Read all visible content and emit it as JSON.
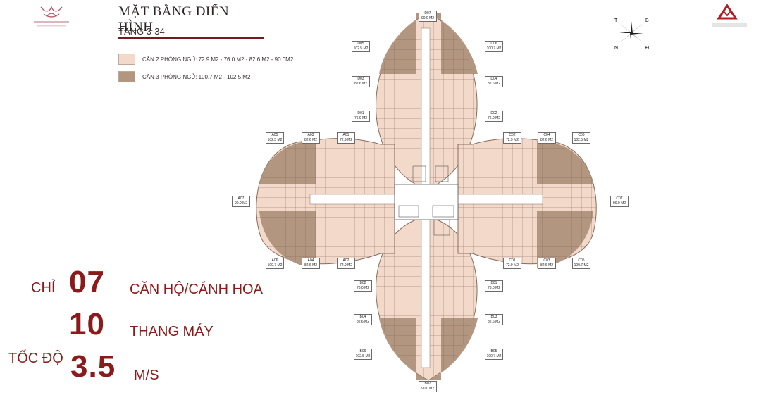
{
  "header": {
    "title": "MẶT BẰNG ĐIỂN HÌNH",
    "subtitle": "TẦNG 3-34"
  },
  "legend": [
    {
      "label": "CĂN 2 PHÒNG NGỦ: 72.9 M2 - 76.0 M2 - 82.6 M2 - 90.0M2",
      "color": "#f3d9ca"
    },
    {
      "label": "CĂN 3 PHÒNG NGỦ: 100.7 M2 - 102.5 M2",
      "color": "#b39680"
    }
  ],
  "compass": {
    "n1": "T",
    "n2": "B",
    "n3": "N",
    "n4": "Đ"
  },
  "stats": {
    "apartments": {
      "prefix": "CHỈ",
      "number": "07",
      "suffix": "CĂN HỘ/CÁNH HOA"
    },
    "elevators": {
      "number": "10",
      "suffix": "THANG MÁY"
    },
    "speed": {
      "prefix": "TỐC ĐỘ",
      "number": "3.5",
      "suffix": "M/S"
    }
  },
  "units": {
    "D07": {
      "code": "D07",
      "area": "90.0 M2"
    },
    "D05": {
      "code": "D05",
      "area": "102.5 M2"
    },
    "D06": {
      "code": "D06",
      "area": "100.7 M2"
    },
    "D03": {
      "code": "D03",
      "area": "82.6 M2"
    },
    "D04": {
      "code": "D04",
      "area": "82.6 M2"
    },
    "D01": {
      "code": "D01",
      "area": "76.0 M2"
    },
    "D02": {
      "code": "D02",
      "area": "76.0 M2"
    },
    "A05": {
      "code": "A05",
      "area": "102.5 M2"
    },
    "A03": {
      "code": "A03",
      "area": "82.6 M2"
    },
    "A01": {
      "code": "A01",
      "area": "72.9 M2"
    },
    "A07": {
      "code": "A07",
      "area": "90.0 M2"
    },
    "A06": {
      "code": "A06",
      "area": "100.7 M2"
    },
    "A04": {
      "code": "A04",
      "area": "82.6 M2"
    },
    "A02": {
      "code": "A02",
      "area": "72.9 M2"
    },
    "C02": {
      "code": "C02",
      "area": "72.9 M2"
    },
    "C04": {
      "code": "C04",
      "area": "82.6 M2"
    },
    "C06": {
      "code": "C06",
      "area": "102.5 M2"
    },
    "C07": {
      "code": "C07",
      "area": "90.0 M2"
    },
    "C01": {
      "code": "C01",
      "area": "72.9 M2"
    },
    "C03": {
      "code": "C03",
      "area": "82.6 M2"
    },
    "C05": {
      "code": "C05",
      "area": "100.7 M2"
    },
    "B02": {
      "code": "B02",
      "area": "76.0 M2"
    },
    "B01": {
      "code": "B01",
      "area": "76.0 M2"
    },
    "B04": {
      "code": "B04",
      "area": "82.6 M2"
    },
    "B03": {
      "code": "B03",
      "area": "82.6 M2"
    },
    "B06": {
      "code": "B06",
      "area": "102.5 M2"
    },
    "B05": {
      "code": "B05",
      "area": "100.7 M2"
    },
    "B07": {
      "code": "B07",
      "area": "90.0 M2"
    }
  }
}
